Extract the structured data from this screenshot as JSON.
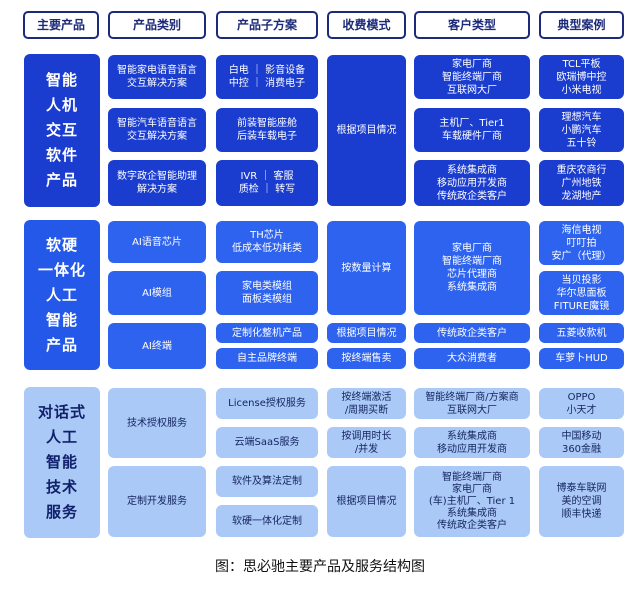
{
  "headers": [
    "主要产品",
    "产品类别",
    "产品子方案",
    "收费模式",
    "客户类型",
    "典型案例"
  ],
  "section1": {
    "product": "智能\n人机\n交互\n软件\n产品",
    "categories": [
      "智能家电语音语言\n交互解决方案",
      "智能汽车语音语言\n交互解决方案",
      "数字政企智能助理\n解决方案"
    ],
    "sub": [
      "白电 ｜ 影音设备\n中控 ｜ 消费电子",
      "前装智能座舱\n后装车载电子",
      "IVR ｜ 客服\n质检 ｜ 转写"
    ],
    "charge": "根据项目情况",
    "customers": [
      "家电厂商\n智能终端厂商\n互联网大厂",
      "主机厂、Tier1\n车载硬件厂商",
      "系统集成商\n移动应用开发商\n传统政企类客户"
    ],
    "cases": [
      "TCL平板\n欧瑞博中控\n小米电视",
      "理想汽车\n小鹏汽车\n五十铃",
      "重庆农商行\n广州地铁\n龙湖地产"
    ]
  },
  "section2": {
    "product": "软硬\n一体化\n人工\n智能\n产品",
    "categories": [
      "AI语音芯片",
      "AI模组",
      "AI终端"
    ],
    "sub": [
      "TH芯片\n低成本低功耗类",
      "家电类模组\n面板类模组",
      "定制化整机产品",
      "自主品牌终端"
    ],
    "charge": [
      "按数量计算",
      "根据项目情况",
      "按终端售卖"
    ],
    "customers": [
      "家电厂商\n智能终端厂商\n芯片代理商\n系统集成商",
      "传统政企类客户",
      "大众消费者"
    ],
    "cases": [
      "海信电视\n叮叮拍\n安广（代理）",
      "当贝投影\n华尔思面板\nFITURE魔镜",
      "五菱收款机",
      "车萝卜HUD"
    ]
  },
  "section3": {
    "product": "对话式\n人工\n智能\n技术\n服务",
    "categories": [
      "技术授权服务",
      "定制开发服务"
    ],
    "sub": [
      "License授权服务",
      "云端SaaS服务",
      "软件及算法定制",
      "软硬一体化定制"
    ],
    "charge": [
      "按终端激活\n/周期买断",
      "按调用时长\n/并发",
      "根据项目情况"
    ],
    "customers": [
      "智能终端厂商/方案商\n互联网大厂",
      "系统集成商\n移动应用开发商",
      "智能终端厂商\n家电厂商\n(车)主机厂、Tier 1\n系统集成商\n传统政企类客户"
    ],
    "cases": [
      "OPPO\n小天才",
      "中国移动\n360金融",
      "博泰车联网\n美的空调\n顺丰快递"
    ]
  },
  "caption": "图：思必驰主要产品及服务结构图"
}
